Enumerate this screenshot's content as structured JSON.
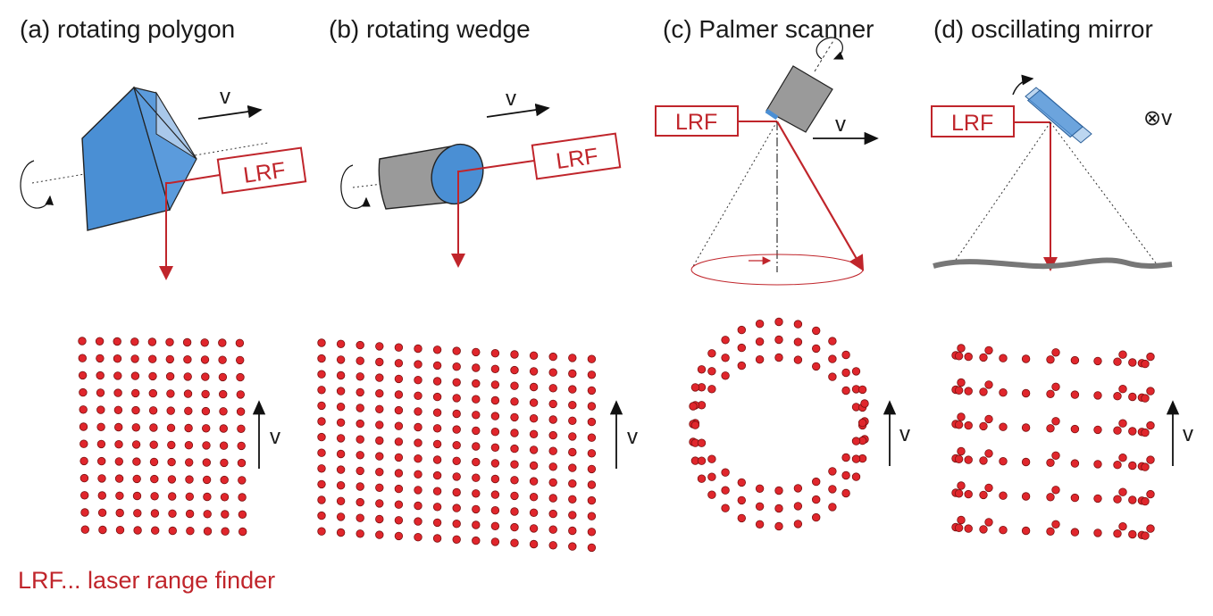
{
  "panels": [
    {
      "title": "(a) rotating polygon",
      "lrf": "LRF",
      "v": "v",
      "v_bottom": "v"
    },
    {
      "title": "(b) rotating wedge",
      "lrf": "LRF",
      "v": "v",
      "v_bottom": "v"
    },
    {
      "title": "(c) Palmer scanner",
      "lrf": "LRF",
      "v": "v",
      "v_bottom": "v"
    },
    {
      "title": "(d) oscillating mirror",
      "lrf": "LRF",
      "v": "⊗v",
      "v_bottom": "v"
    }
  ],
  "footnote": "LRF... laser range finder",
  "colors": {
    "laser": "#c0252b",
    "mirror_blue": "#4a8fd4",
    "gray": "#999999",
    "point": "#e0262c"
  }
}
